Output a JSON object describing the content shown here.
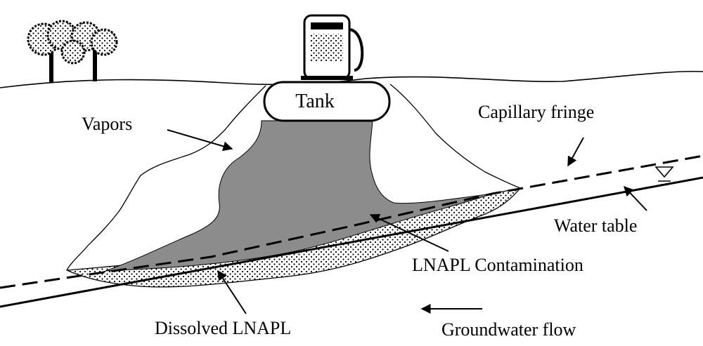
{
  "diagram": {
    "labels": {
      "tank": "Tank",
      "vapors": "Vapors",
      "capillary_fringe": "Capillary fringe",
      "water_table": "Water table",
      "lnapl_contamination": "LNAPL Contamination",
      "dissolved_lnapl": "Dissolved LNAPL",
      "groundwater_flow": "Groundwater flow"
    },
    "colors": {
      "lnapl": "#8c8c8c",
      "ink": "#000000",
      "background": "#ffffff"
    },
    "icons": [
      "tree-icon",
      "fuel-pump-icon",
      "water-table-symbol-icon"
    ]
  }
}
